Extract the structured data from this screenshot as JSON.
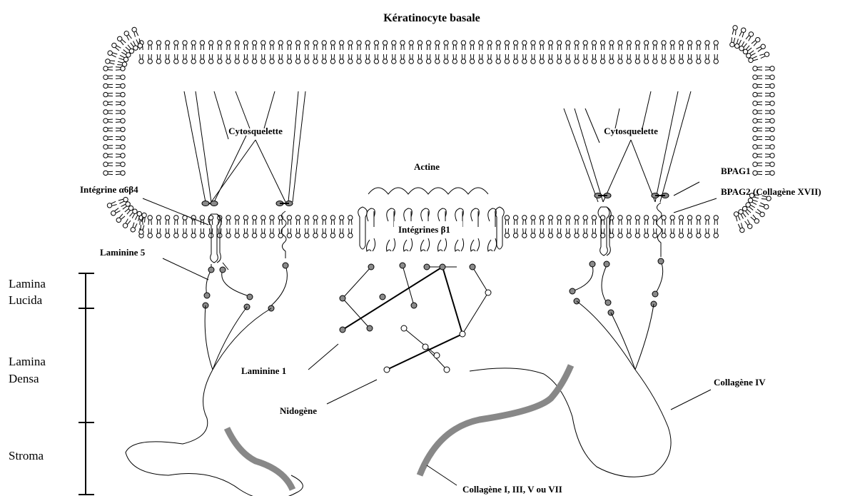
{
  "title": "Kératinocyte basale",
  "labels": {
    "cytosquelette_left": "Cytosquelette",
    "cytosquelette_right": "Cytosquelette",
    "actine": "Actine",
    "integrine_a6b4": "Intégrine α6β4",
    "integrines_b1": "Intégrines β1",
    "laminine5": "Laminine 5",
    "bpag1": "BPAG1",
    "bpag2": "BPAG2 (Collagène XVII)",
    "laminine1": "Laminine 1",
    "nidogene": "Nidogène",
    "collagene_iv": "Collagène IV",
    "collagene_fib": "Collagène I, III, V ou VII"
  },
  "layers": [
    {
      "name": "Lamina Lucida"
    },
    {
      "name": "Lamina Densa"
    },
    {
      "name": "Stroma"
    }
  ],
  "layer_text": {
    "lucida_1": "Lamina",
    "lucida_2": "Lucida",
    "densa_1": "Lamina",
    "densa_2": "Densa",
    "stroma": "Stroma"
  },
  "colors": {
    "collagen_fibril": "#888888",
    "bead": "#8a8a8a"
  }
}
